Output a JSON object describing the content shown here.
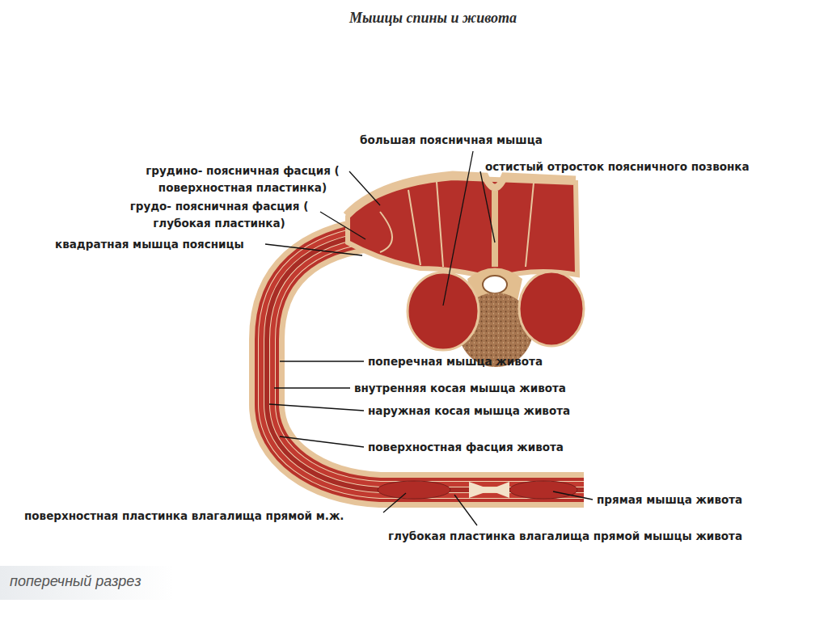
{
  "diagram": {
    "title": "Мышцы спины и живота",
    "caption": "поперечный разрез",
    "labels": [
      "большая поясничная мышца",
      "остистый отросток поясничного позвонка",
      "грудино- поясничная фасция ( поверхностная пластинка)",
      "грудо- поясничная фасция ( глубокая пластинка)",
      "квадратная мышца поясницы",
      "поперечная мышца живота",
      "внутренняя косая мышца живота",
      "наружная косая мышца живота",
      "поверхностная фасция живота",
      "прямая мышца живота",
      "поверхностная пластинка влагалища прямой м.ж.",
      "глубокая пластинка влагалища прямой мышцы живота"
    ]
  }
}
